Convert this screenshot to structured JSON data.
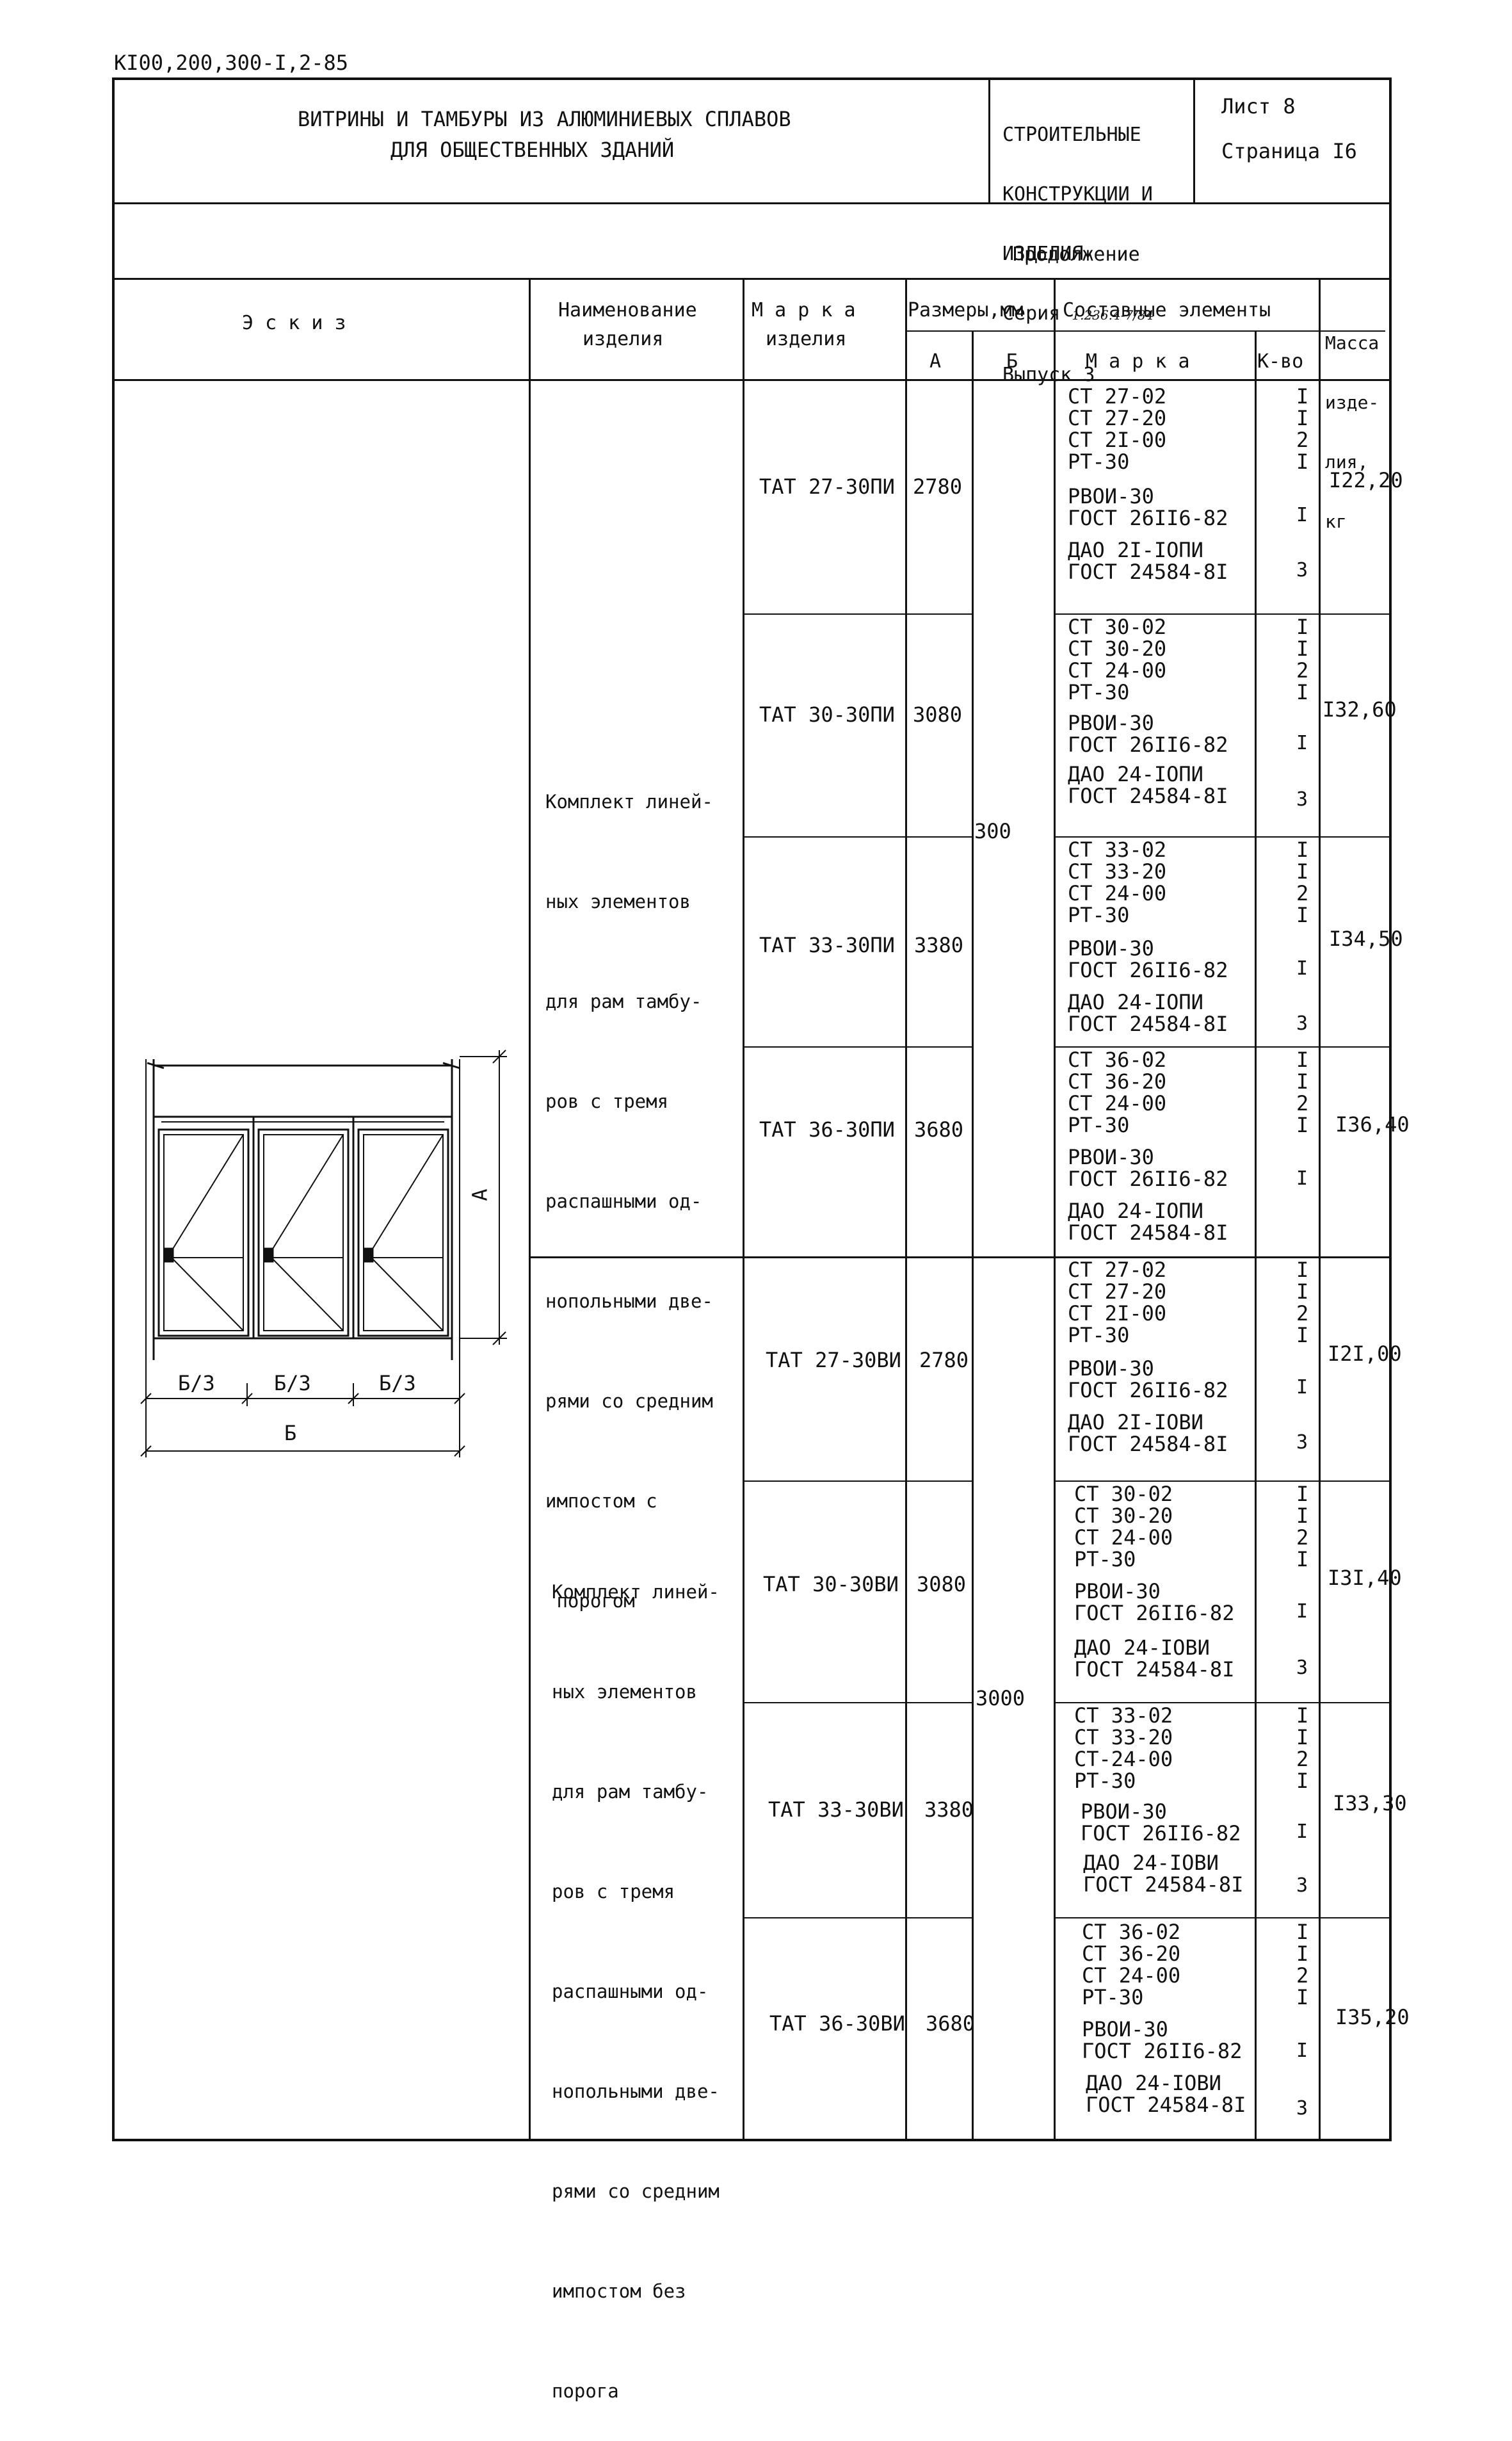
{
  "doc_code": "КI00,200,300-I,2-85",
  "title": {
    "line1": "ВИТРИНЫ И ТАМБУРЫ ИЗ АЛЮМИНИЕВЫХ СПЛАВОВ",
    "line2": "ДЛЯ ОБЩЕСТВЕННЫХ ЗДАНИЙ"
  },
  "stamp": {
    "line1": "СТРОИТЕЛЬНЫЕ",
    "line2": "КОНСТРУКЦИИ И",
    "line3": "ИЗДЕЛИЯ",
    "series_label": "Серия",
    "series_value": "1.236.4-7/84",
    "issue": "Выпуск 3"
  },
  "sheet": {
    "list": "Лист 8",
    "page": "Страница I6"
  },
  "continuation": "Продолжение",
  "headers": {
    "sketch": "Э с к и з",
    "name_l1": "Наименование",
    "name_l2": "изделия",
    "mark_l1": "М а р к а",
    "mark_l2": "изделия",
    "sizes": "Размеры,мм",
    "a": "А",
    "b": "Б",
    "elements": "Составные элементы",
    "el_mark": "М а р к а",
    "el_qty": "К-во",
    "mass_l1": "Масса",
    "mass_l2": "изде-",
    "mass_l3": "лия,",
    "mass_l4": "кг"
  },
  "groups": [
    {
      "name_lines": [
        "Комплект линей-",
        "ных элементов",
        "для рам тамбу-",
        "ров с тремя",
        "распашными од-",
        "нопольными две-",
        "рями со средним",
        "импостом с",
        " порогом"
      ],
      "b": "300"
    },
    {
      "name_lines": [
        "Комплект линей-",
        "ных элементов",
        "для рам тамбу-",
        "ров с тремя",
        "распашными од-",
        "нопольными две-",
        "рями со средним",
        "импостом без",
        "порога"
      ],
      "b": "3000"
    }
  ],
  "rows": [
    {
      "mark": "ТАТ 27-30ПИ",
      "a": "2780",
      "mass": "I22,20",
      "el1": [
        "СТ 27-02",
        "СТ 27-20",
        "СТ 2I-00",
        "РТ-30"
      ],
      "q1": [
        "I",
        "I",
        "2",
        "I"
      ],
      "el2": [
        "РВОИ-30",
        "ГОСТ 26II6-82"
      ],
      "q2": "I",
      "el3": [
        "ДАО 2I-IОПИ",
        "ГОСТ 24584-8I"
      ],
      "q3": "3"
    },
    {
      "mark": "ТАТ 30-30ПИ",
      "a": "3080",
      "mass": "I32,60",
      "el1": [
        "СТ 30-02",
        "СТ 30-20",
        "СТ 24-00",
        "РТ-30"
      ],
      "q1": [
        "I",
        "I",
        "2",
        "I"
      ],
      "el2": [
        "РВОИ-30",
        "ГОСТ 26II6-82"
      ],
      "q2": "I",
      "el3": [
        "ДАО 24-IОПИ",
        "ГОСТ 24584-8I"
      ],
      "q3": "3"
    },
    {
      "mark": "ТАТ 33-30ПИ",
      "a": "3380",
      "mass": "I34,50",
      "el1": [
        "СТ 33-02",
        "СТ 33-20",
        "СТ 24-00",
        "РТ-30"
      ],
      "q1": [
        "I",
        "I",
        "2",
        "I"
      ],
      "el2": [
        "РВОИ-30",
        "ГОСТ 26II6-82"
      ],
      "q2": "I",
      "el3": [
        "ДАО 24-IОПИ",
        "ГОСТ 24584-8I"
      ],
      "q3": "3"
    },
    {
      "mark": "ТАТ 36-30ПИ",
      "a": "3680",
      "mass": "I36,40",
      "el1": [
        "СТ 36-02",
        "СТ 36-20",
        "СТ 24-00",
        "РТ-30"
      ],
      "q1": [
        "I",
        "I",
        "2",
        "I"
      ],
      "el2": [
        "РВОИ-30",
        "ГОСТ 26II6-82"
      ],
      "q2": "I",
      "el3": [
        "ДАО 24-IОПИ",
        "ГОСТ 24584-8I"
      ],
      "q3": ""
    },
    {
      "mark": "ТАТ 27-30ВИ",
      "a": "2780",
      "mass": "I2I,00",
      "el1": [
        "СТ 27-02",
        "СТ 27-20",
        "СТ 2I-00",
        "РТ-30"
      ],
      "q1": [
        "I",
        "I",
        "2",
        "I"
      ],
      "el2": [
        "РВОИ-30",
        "ГОСТ 26II6-82"
      ],
      "q2": "I",
      "el3": [
        "ДАО 2I-IОВИ",
        "ГОСТ 24584-8I"
      ],
      "q3": "3"
    },
    {
      "mark": "ТАТ 30-30ВИ",
      "a": "3080",
      "mass": "I3I,40",
      "el1": [
        "СТ 30-02",
        "СТ 30-20",
        "СТ 24-00",
        "РТ-30"
      ],
      "q1": [
        "I",
        "I",
        "2",
        "I"
      ],
      "el2": [
        "РВОИ-30",
        "ГОСТ 26II6-82"
      ],
      "q2": "I",
      "el3": [
        "ДАО 24-IОВИ",
        "ГОСТ 24584-8I"
      ],
      "q3": "3"
    },
    {
      "mark": "ТАТ 33-30ВИ",
      "a": "3380",
      "mass": "I33,30",
      "el1": [
        "СТ 33-02",
        "СТ 33-20",
        "СТ-24-00",
        "РТ-30"
      ],
      "q1": [
        "I",
        "I",
        "2",
        "I"
      ],
      "el2": [
        "РВОИ-30",
        "ГОСТ 26II6-82"
      ],
      "q2": "I",
      "el3": [
        "ДАО 24-IОВИ",
        "ГОСТ 24584-8I"
      ],
      "q3": "3"
    },
    {
      "mark": "ТАТ 36-30ВИ",
      "a": "3680",
      "mass": "I35,20",
      "el1": [
        "СТ 36-02",
        "СТ 36-20",
        "СТ 24-00",
        "РТ-30"
      ],
      "q1": [
        "I",
        "I",
        "2",
        "I"
      ],
      "el2": [
        "РВОИ-30",
        "ГОСТ 26II6-82"
      ],
      "q2": "I",
      "el3": [
        "ДАО 24-IОВИ",
        "ГОСТ 24584-8I"
      ],
      "q3": "3"
    }
  ],
  "sketch_labels": {
    "third": "Б/3",
    "b": "Б",
    "a": "А"
  }
}
